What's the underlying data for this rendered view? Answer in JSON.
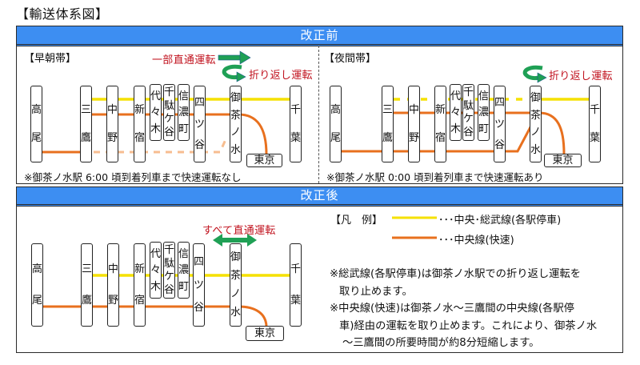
{
  "title": "【輸送体系図】",
  "colors": {
    "local_line": "#f5e100",
    "rapid_line": "#e8701e",
    "rapid_line_suspended": "#f7bd90",
    "header_bg": "#3d8ef2",
    "annotation_text": "#c0101c",
    "arrow": "#1fa055"
  },
  "stations": {
    "takao": "高尾",
    "mitaka": "三鷹",
    "nakano": "中野",
    "shinjuku": "新宿",
    "yoyogi": "代々木",
    "sendagaya": "千駄ケ谷",
    "shinanomachi": "信濃町",
    "yotsuya": "四ツ谷",
    "ochanomizu": "御茶ノ水",
    "tokyo": "東京",
    "chiba": "千葉"
  },
  "before": {
    "header": "改正前",
    "early": {
      "label": "【早朝帯】",
      "annotation_through": "一部直通運転",
      "annotation_turnback": "折り返し運転",
      "note": "※御茶ノ水駅 6:00 頃到着列車まで快速運転なし"
    },
    "night": {
      "label": "【夜間帯】",
      "annotation_turnback": "折り返し運転",
      "note": "※御茶ノ水駅 0:00 頃到着列車まで快速運転あり"
    }
  },
  "after": {
    "header": "改正後",
    "annotation_through": "すべて直通運転",
    "legend": {
      "title": "【凡　例】",
      "items": [
        {
          "label": "･･･中央･総武線(各駅停車)",
          "line": "local"
        },
        {
          "label": "･･･中央線(快速)",
          "line": "rapid"
        }
      ]
    },
    "notes": [
      {
        "lines": [
          "※総武線(各駅停車)は御茶ノ水駅での折り返し運転を",
          "取り止めます。"
        ]
      },
      {
        "lines": [
          "※中央線(快速)は御茶ノ水～三鷹間の中央線(各駅停",
          "車)経由の運転を取り止めます。これにより、御茶ノ水",
          "～三鷹間の所要時間が約8分短縮します。"
        ]
      }
    ]
  }
}
